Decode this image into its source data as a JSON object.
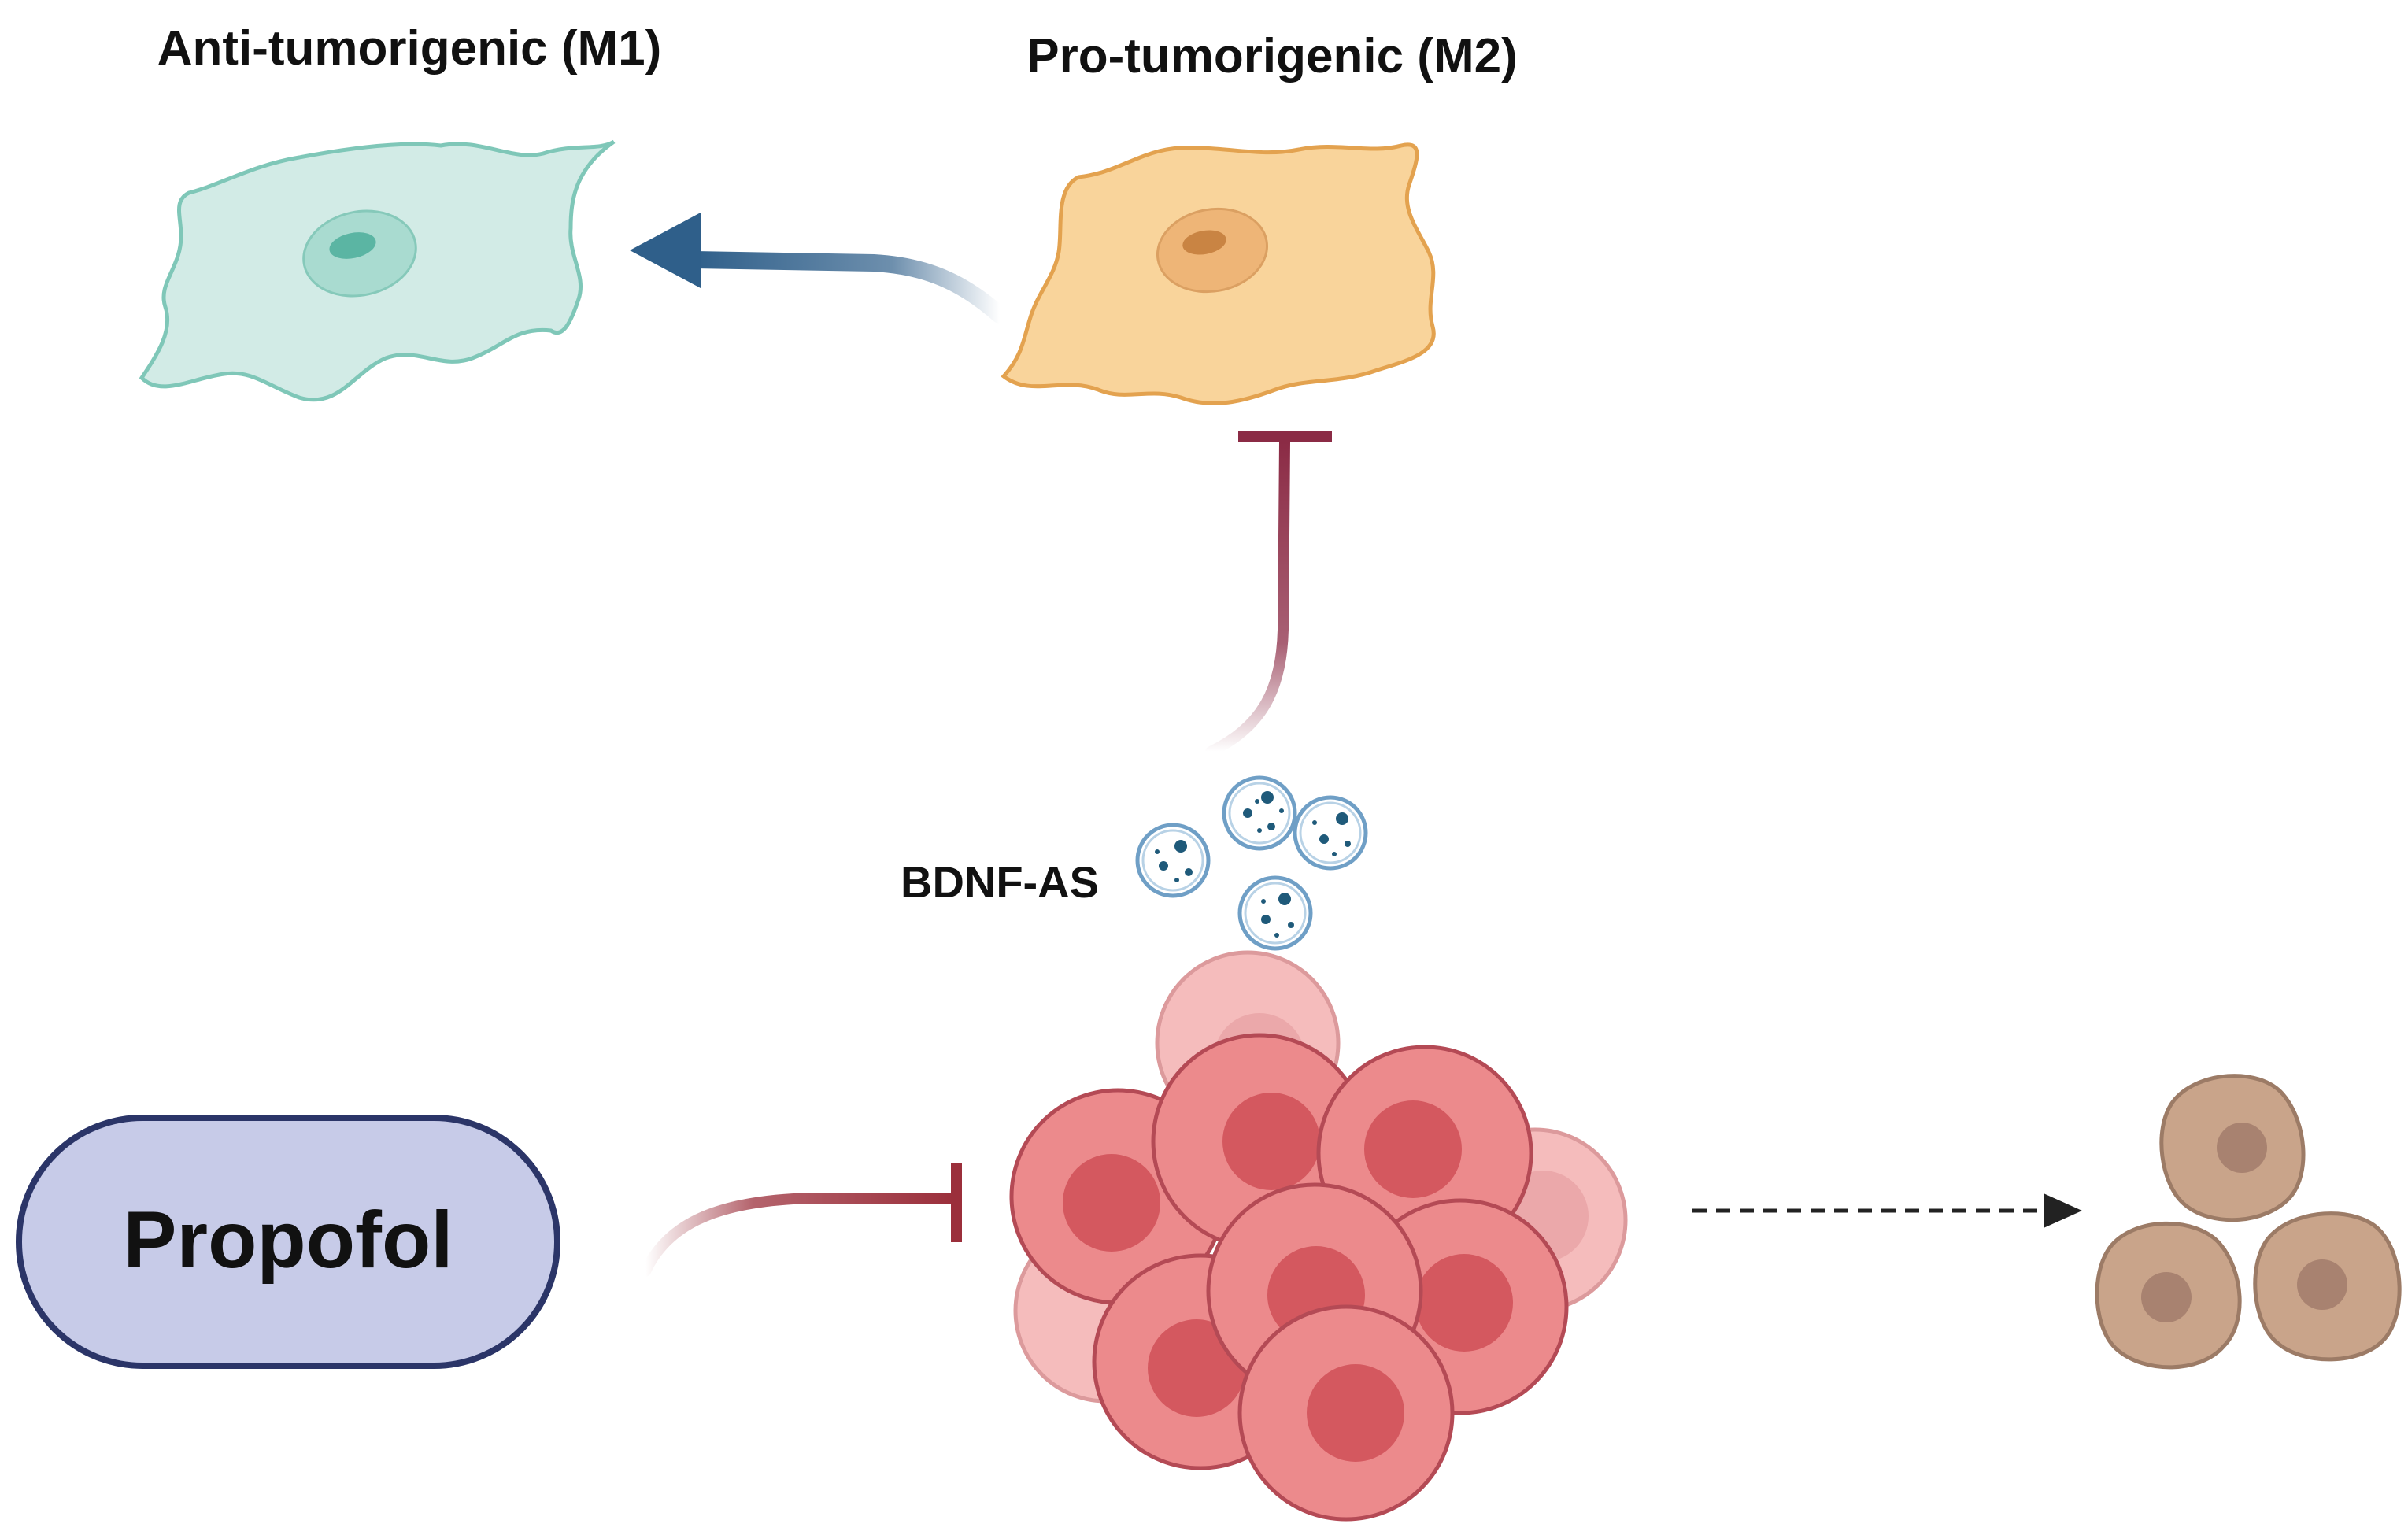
{
  "labels": {
    "m1": "Anti-tumorigenic (M1)",
    "m2": "Pro-tumorigenic (M2)",
    "exosome": "BDNF-AS",
    "drug": "Propofol"
  },
  "colors": {
    "m1_fill": "#d2ebe6",
    "m1_stroke": "#7fc7b8",
    "m1_nucleus": "#a9dbd0",
    "m1_nucleolus": "#5bb5a3",
    "m2_fill": "#f9d49b",
    "m2_stroke": "#e3a24f",
    "m2_nucleus": "#eeb577",
    "m2_nucleolus": "#c98443",
    "polarization_arrow": "#2f5f8a",
    "inhibition": "#8b2b45",
    "propofol_inhibition": "#9b2f3b",
    "tumor_fill": "#ec8a8c",
    "tumor_stroke": "#b44a55",
    "tumor_nucleus": "#d4585f",
    "tumor_back_fill": "#f5bcbc",
    "tumor_back_stroke": "#dc9a9c",
    "exosome_stroke": "#6f9fc6",
    "exosome_dots": "#1f5a7a",
    "normal_fill": "#c9a48a",
    "normal_stroke": "#9c7b66",
    "normal_nucleus": "#a88270",
    "propofol_fill": "#c7cbe8",
    "propofol_stroke": "#2b3568"
  }
}
